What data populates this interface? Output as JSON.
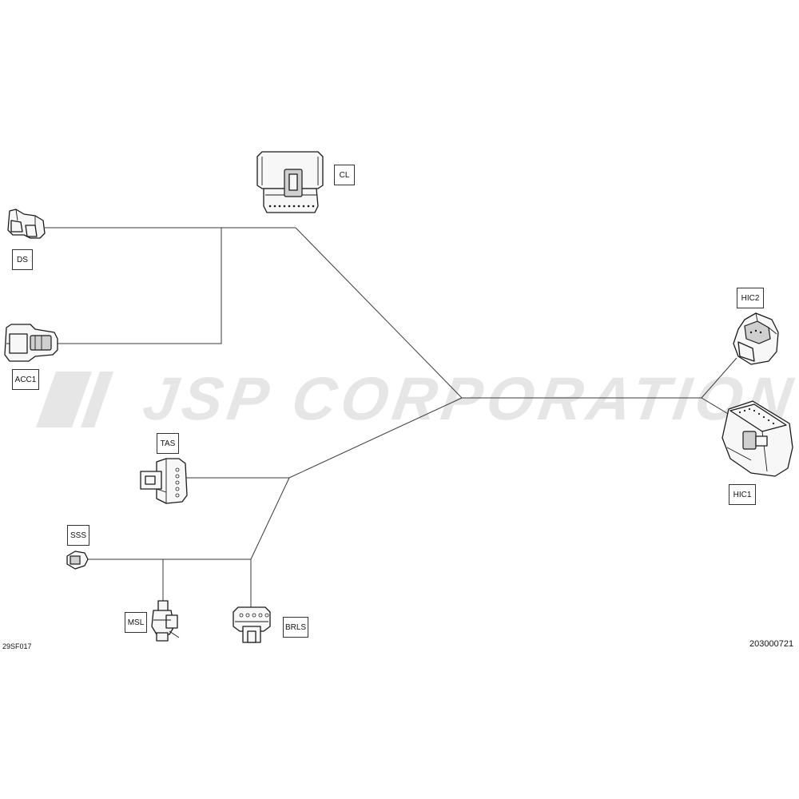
{
  "watermark": {
    "text": "JSP CORPORATION",
    "color": "#e6e6e6"
  },
  "figure_codes": {
    "left": "29SF017",
    "right": "203000721"
  },
  "connectors": {
    "cl": {
      "label": "CL"
    },
    "ds": {
      "label": "DS"
    },
    "acc1": {
      "label": "ACC1"
    },
    "hic2": {
      "label": "HIC2"
    },
    "hic1": {
      "label": "HIC1"
    },
    "tas": {
      "label": "TAS"
    },
    "sss": {
      "label": "SSS"
    },
    "msl": {
      "label": "MSL"
    },
    "brls": {
      "label": "BRLS"
    }
  },
  "colors": {
    "line": "#3a3a3a",
    "outline": "#1a1a1a",
    "background": "#ffffff"
  }
}
